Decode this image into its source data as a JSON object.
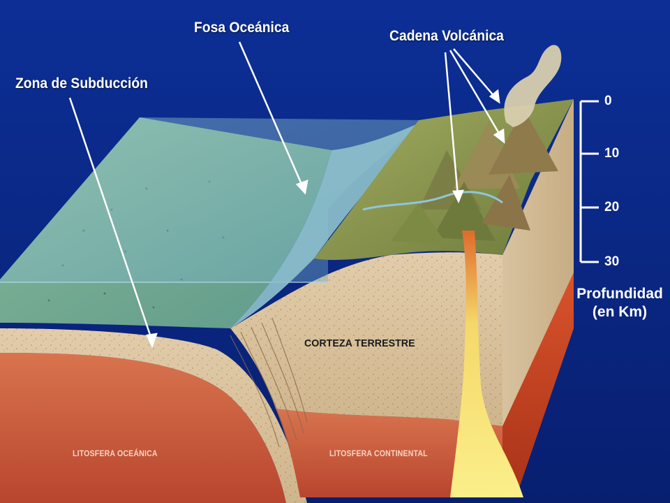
{
  "labels": {
    "subduction_zone": "Zona de Subducción",
    "oceanic_trench": "Fosa Oceánica",
    "volcanic_chain": "Cadena Volcánica",
    "crust": "CORTEZA TERRESTRE",
    "oceanic_lithosphere": "LITOSFERA OCEÁNICA",
    "continental_lithosphere": "LITOSFERA CONTINENTAL"
  },
  "depth_scale": {
    "ticks": [
      "0",
      "10",
      "20",
      "30"
    ],
    "title_line1": "Profundidad",
    "title_line2": "(en Km)"
  },
  "colors": {
    "background": "#0a2a8a",
    "ocean": "#7fb8c8",
    "crust": "#d9c3a0",
    "lithosphere": "#c65a3c",
    "magma": "#f2e36a",
    "land": "#8e9a4e"
  }
}
